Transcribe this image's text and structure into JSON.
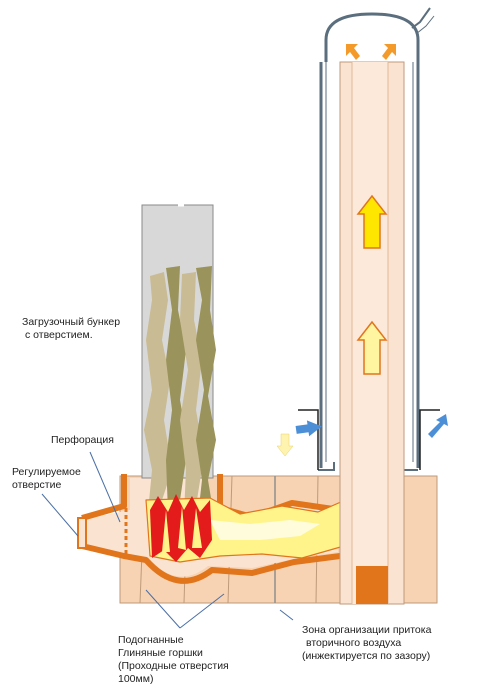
{
  "labels": {
    "hopper_line1": "Загрузочный бункер",
    "hopper_line2": "с отверстием.",
    "perforation": "Перфорация",
    "adjustable_line1": "Регулируемое",
    "adjustable_line2": "отверстие",
    "pots_line1": "Подогнанные",
    "pots_line2": "Глиняные горшки",
    "pots_line3": "(Проходные отверстия",
    "pots_line4": "100мм)",
    "zone_line1": "Зона организации притока",
    "zone_line2": "вторичного воздуха",
    "zone_line3": "(инжектируется по зазору)"
  },
  "colors": {
    "clay": "#f7d3b3",
    "clay_border": "#bf9a7a",
    "pipe_orange": "#e1751c",
    "chimney_fill": "#fbe3d1",
    "steel": "#5b6e7e",
    "hopper_fill": "#d8d8d8",
    "fuel_light": "#c9bb94",
    "fuel_dark": "#9a935b",
    "flame_yellow": "#fff48a",
    "flame_red": "#e31b1b",
    "arrow_yellow": "#ffe600",
    "arrow_pale": "#fff5a0",
    "arrow_orange": "#f39a2a",
    "air_arrow": "#4d8fd6",
    "leader_line": "#4a6fa5"
  },
  "icons": [
    "flow-arrow-up-icon",
    "air-inflow-arrow-icon",
    "secondary-air-arrow-icon"
  ]
}
